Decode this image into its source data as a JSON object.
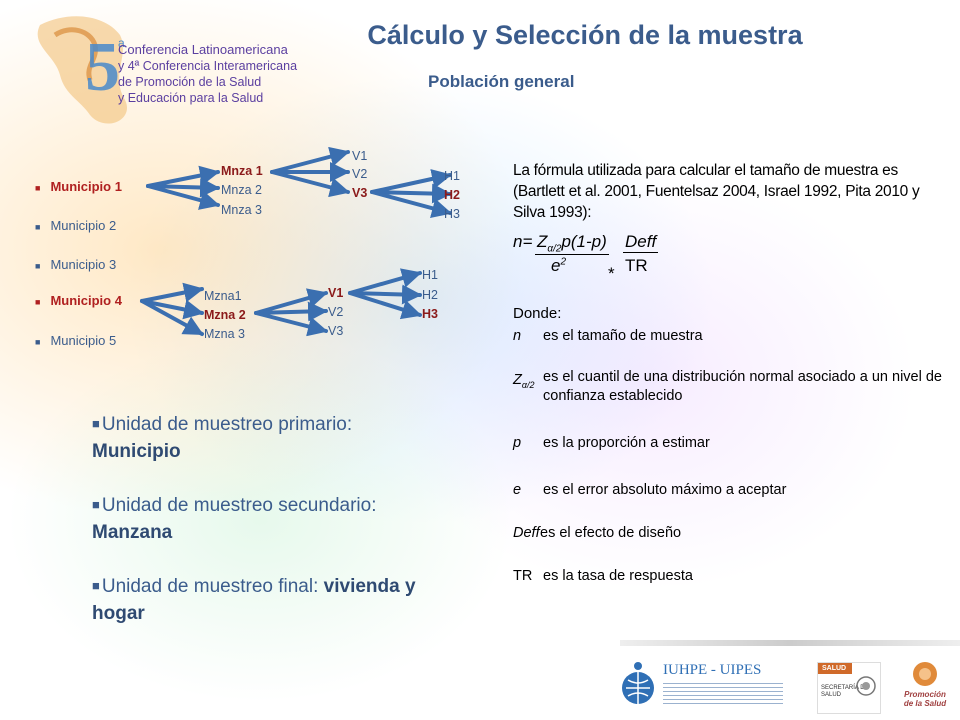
{
  "title": "Cálculo y Selección de la muestra",
  "subtitle": "Población general",
  "logo": {
    "line1": "Conferencia Latinoamericana",
    "line2": "y 4ª Conferencia Interamericana",
    "line3": "de Promoción de la Salud",
    "line4": "y Educación para la Salud"
  },
  "municipios": [
    "Municipio 1",
    "Municipio 2",
    "Municipio 3",
    "Municipio 4",
    "Municipio 5"
  ],
  "tree1": {
    "mnza": [
      "Mnza 1",
      "Mnza 2",
      "Mnza 3"
    ],
    "v": [
      "V1",
      "V2",
      "V3"
    ],
    "h": [
      "H1",
      "H2",
      "H3"
    ]
  },
  "tree2": {
    "mzna": [
      "Mzna1",
      "Mzna 2",
      "Mzna 3"
    ],
    "v": [
      "V1",
      "V2",
      "V3"
    ],
    "h": [
      "H1",
      "H2",
      "H3"
    ]
  },
  "units": [
    {
      "label": "Unidad de muestreo primario:",
      "value": "Municipio"
    },
    {
      "label": "Unidad de muestreo secundario:",
      "value": "Manzana"
    },
    {
      "label": "Unidad de muestreo final:",
      "value1": "vivienda y",
      "value2": "hogar"
    }
  ],
  "formula": {
    "intro": "La fórmula utilizada para calcular el tamaño de muestra es (Bartlett et al. 2001, Fuentelsaz 2004, Israel 1992, Pita 2010 y Silva 1993):",
    "n_eq": "n=",
    "z": "Z",
    "z_sub": "α/2",
    "p_expr": "p(1-p)",
    "e": "e",
    "e_exp": "2",
    "times": "*",
    "deff": "Deff",
    "tr": "TR",
    "donde": "Donde:"
  },
  "defs": [
    {
      "sym": "n",
      "text": "es el tamaño de muestra"
    },
    {
      "sym": "Z",
      "sub": "α/2",
      "text": "es el cuantil de una distribución normal asociado a un nivel de confianza establecido"
    },
    {
      "sym": "p",
      "text": "es la proporción a estimar"
    },
    {
      "sym": "e",
      "text": "es el error absoluto máximo a aceptar"
    },
    {
      "sym": "Deff",
      "text": "es el efecto de diseño"
    },
    {
      "sym": "TR",
      "text": "es la tasa de respuesta"
    }
  ],
  "footer": {
    "iuhpe": "IUHPE - UIPES",
    "salud": "SALUD",
    "secretaria": "SECRETARÍA DE SALUD",
    "promo1": "Promoción",
    "promo2": "de la Salud"
  }
}
